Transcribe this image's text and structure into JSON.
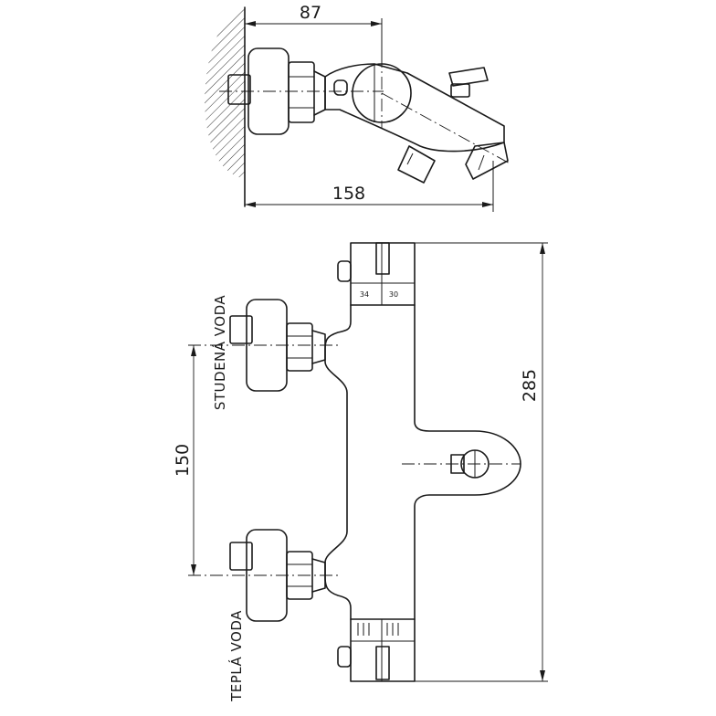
{
  "dimensions": {
    "depth_top": "87",
    "reach_total": "158",
    "height_total": "285",
    "inlet_spacing": "150"
  },
  "labels": {
    "cold_water": "STUDENÁ VODA",
    "hot_water": "TEPLÁ VODA"
  },
  "dial_marks": {
    "mark_a": "34",
    "mark_b": "30"
  }
}
